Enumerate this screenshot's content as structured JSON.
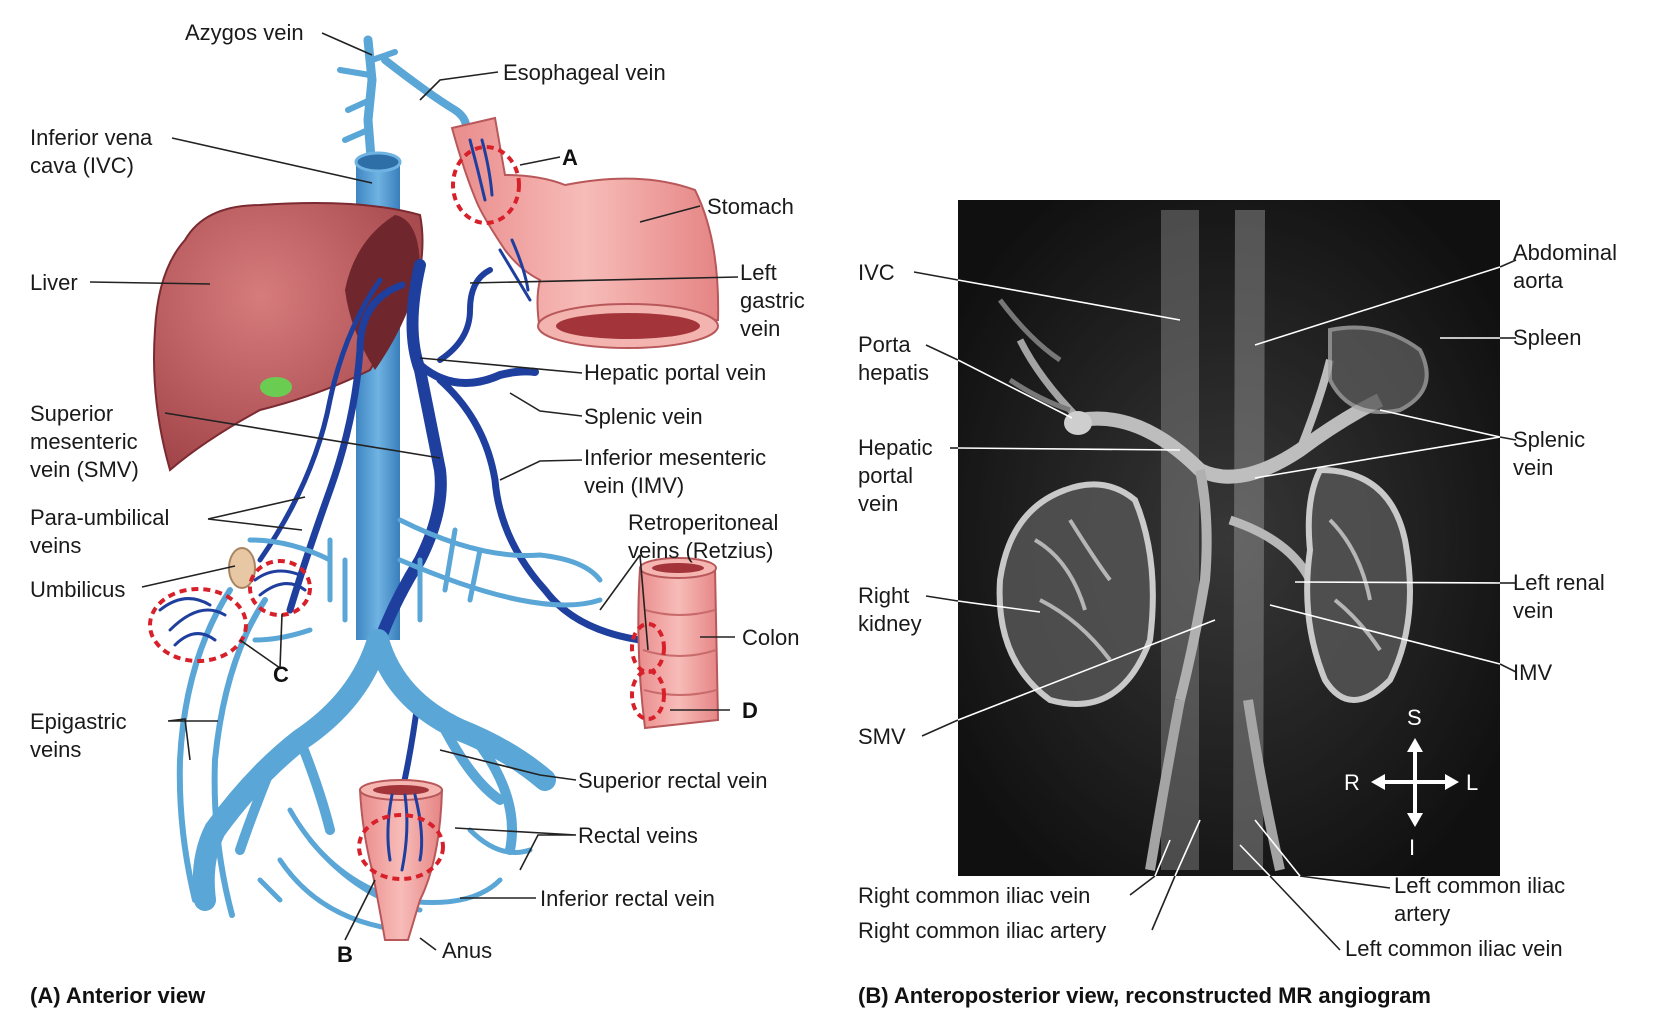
{
  "panel_a": {
    "labels": {
      "azygos": "Azygos vein",
      "esophageal": "Esophageal vein",
      "ivc1": "Inferior vena",
      "ivc2": "cava (IVC)",
      "stomach": "Stomach",
      "liver": "Liver",
      "left_gastric1": "Left",
      "left_gastric2": "gastric",
      "left_gastric3": "vein",
      "hepatic_portal": "Hepatic portal vein",
      "splenic": "Splenic vein",
      "smv1": "Superior",
      "smv2": "mesenteric",
      "smv3": "vein (SMV)",
      "imv1": "Inferior mesenteric",
      "imv2": "vein (IMV)",
      "para1": "Para-umbilical",
      "para2": "veins",
      "retro1": "Retroperitoneal",
      "retro2": "veins (Retzius)",
      "umbilicus": "Umbilicus",
      "colon": "Colon",
      "epi1": "Epigastric",
      "epi2": "veins",
      "sup_rectal": "Superior rectal vein",
      "rectal": "Rectal veins",
      "inf_rectal": "Inferior rectal vein",
      "anus": "Anus"
    },
    "letters": {
      "a": "A",
      "b": "B",
      "c": "C",
      "d": "D"
    },
    "caption": "(A) Anterior view"
  },
  "panel_b": {
    "labels": {
      "ivc": "IVC",
      "aorta1": "Abdominal",
      "aorta2": "aorta",
      "spleen": "Spleen",
      "porta1": "Porta",
      "porta2": "hepatis",
      "hpv1": "Hepatic",
      "hpv2": "portal",
      "hpv3": "vein",
      "splenic1": "Splenic",
      "splenic2": "vein",
      "rkid1": "Right",
      "rkid2": "kidney",
      "lrenal1": "Left renal",
      "lrenal2": "vein",
      "imv": "IMV",
      "smv": "SMV",
      "rciv": "Right common iliac vein",
      "rcia": "Right common iliac artery",
      "lcia1": "Left common iliac",
      "lcia2": "artery",
      "lciv": "Left common iliac vein"
    },
    "compass": {
      "s": "S",
      "i": "I",
      "r": "R",
      "l": "L"
    },
    "caption": "(B) Anteroposterior view, reconstructed MR angiogram"
  },
  "colors": {
    "light_vein": "#5aa6d6",
    "dark_vein": "#1f3f9e",
    "organ_pink": "#f2a9a6",
    "liver": "#b04f52",
    "anastomosis_ring": "#d8202a"
  }
}
